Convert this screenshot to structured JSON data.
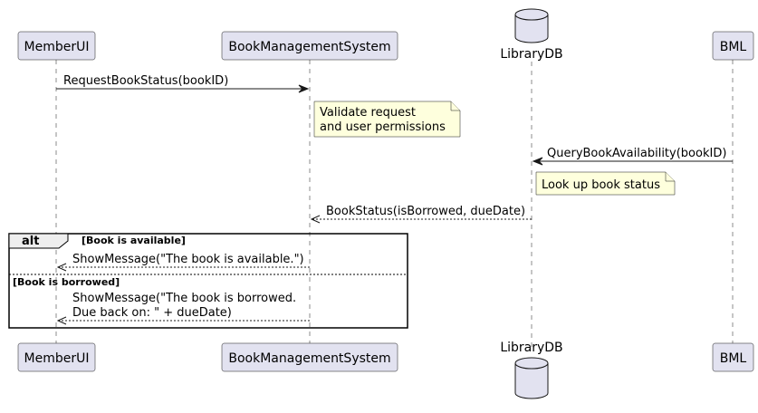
{
  "participants": {
    "member_ui": "MemberUI",
    "book_system": "BookManagementSystem",
    "library_db": "LibraryDB",
    "bml": "BML"
  },
  "messages": {
    "request_status": "RequestBookStatus(bookID)",
    "query_availability": "QueryBookAvailability(bookID)",
    "book_status": "BookStatus(isBorrowed, dueDate)",
    "show_available": "ShowMessage(\"The book is available.\")",
    "show_borrowed_line1": "ShowMessage(\"The book is borrowed.",
    "show_borrowed_line2": "Due back on: \" + dueDate)"
  },
  "notes": {
    "validate_line1": "Validate request",
    "validate_line2": "and user permissions",
    "lookup": "Look up book status"
  },
  "alt_frame": {
    "title": "alt",
    "guard_available": "[Book is available]",
    "guard_borrowed": "[Book is borrowed]"
  },
  "colors": {
    "participant_fill": "#E2E2F0",
    "note_fill": "#FEFFDD",
    "line": "#181818"
  }
}
